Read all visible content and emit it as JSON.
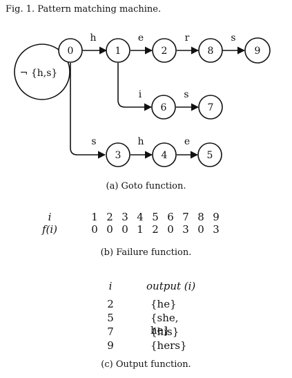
{
  "figure": {
    "title": "Fig. 1.  Pattern matching machine.",
    "caption_a": "(a)  Goto function.",
    "caption_b": "(b)  Failure function.",
    "caption_c": "(c)  Output function."
  },
  "goto": {
    "self_loop_label": "¬ {h,s}",
    "states": [
      "0",
      "1",
      "2",
      "8",
      "9",
      "6",
      "7",
      "3",
      "4",
      "5"
    ],
    "edges": [
      {
        "from": "0",
        "to": "1",
        "label": "h"
      },
      {
        "from": "1",
        "to": "2",
        "label": "e"
      },
      {
        "from": "2",
        "to": "8",
        "label": "r"
      },
      {
        "from": "8",
        "to": "9",
        "label": "s"
      },
      {
        "from": "1",
        "to": "6",
        "label": "i"
      },
      {
        "from": "6",
        "to": "7",
        "label": "s"
      },
      {
        "from": "0",
        "to": "3",
        "label": "s"
      },
      {
        "from": "3",
        "to": "4",
        "label": "h"
      },
      {
        "from": "4",
        "to": "5",
        "label": "e"
      }
    ]
  },
  "failure": {
    "row_label_i": "i",
    "row_label_f": "f(i)",
    "i": [
      "1",
      "2",
      "3",
      "4",
      "5",
      "6",
      "7",
      "8",
      "9"
    ],
    "f": [
      "0",
      "0",
      "0",
      "1",
      "2",
      "0",
      "3",
      "0",
      "3"
    ]
  },
  "output": {
    "col_i": "i",
    "col_output": "output (i)",
    "rows": [
      {
        "i": "2",
        "output": "{he}"
      },
      {
        "i": "5",
        "output": "{she, he}"
      },
      {
        "i": "7",
        "output": "{his}"
      },
      {
        "i": "9",
        "output": "{hers}"
      }
    ]
  }
}
